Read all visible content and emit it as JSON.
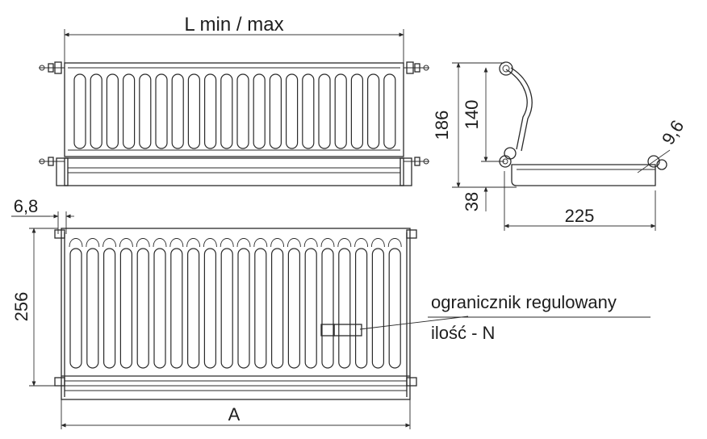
{
  "labels": {
    "length": "L min / max",
    "depth_total": "186",
    "depth_rack": "140",
    "depth_tray": "38",
    "wire": "9,6",
    "width": "225",
    "offset": "6,8",
    "height": "256",
    "width_a": "A",
    "limiter": "ogranicznik regulowany",
    "quantity": "ilość  - N"
  },
  "colors": {
    "ink": "#2a2a2a",
    "background": "#ffffff"
  }
}
